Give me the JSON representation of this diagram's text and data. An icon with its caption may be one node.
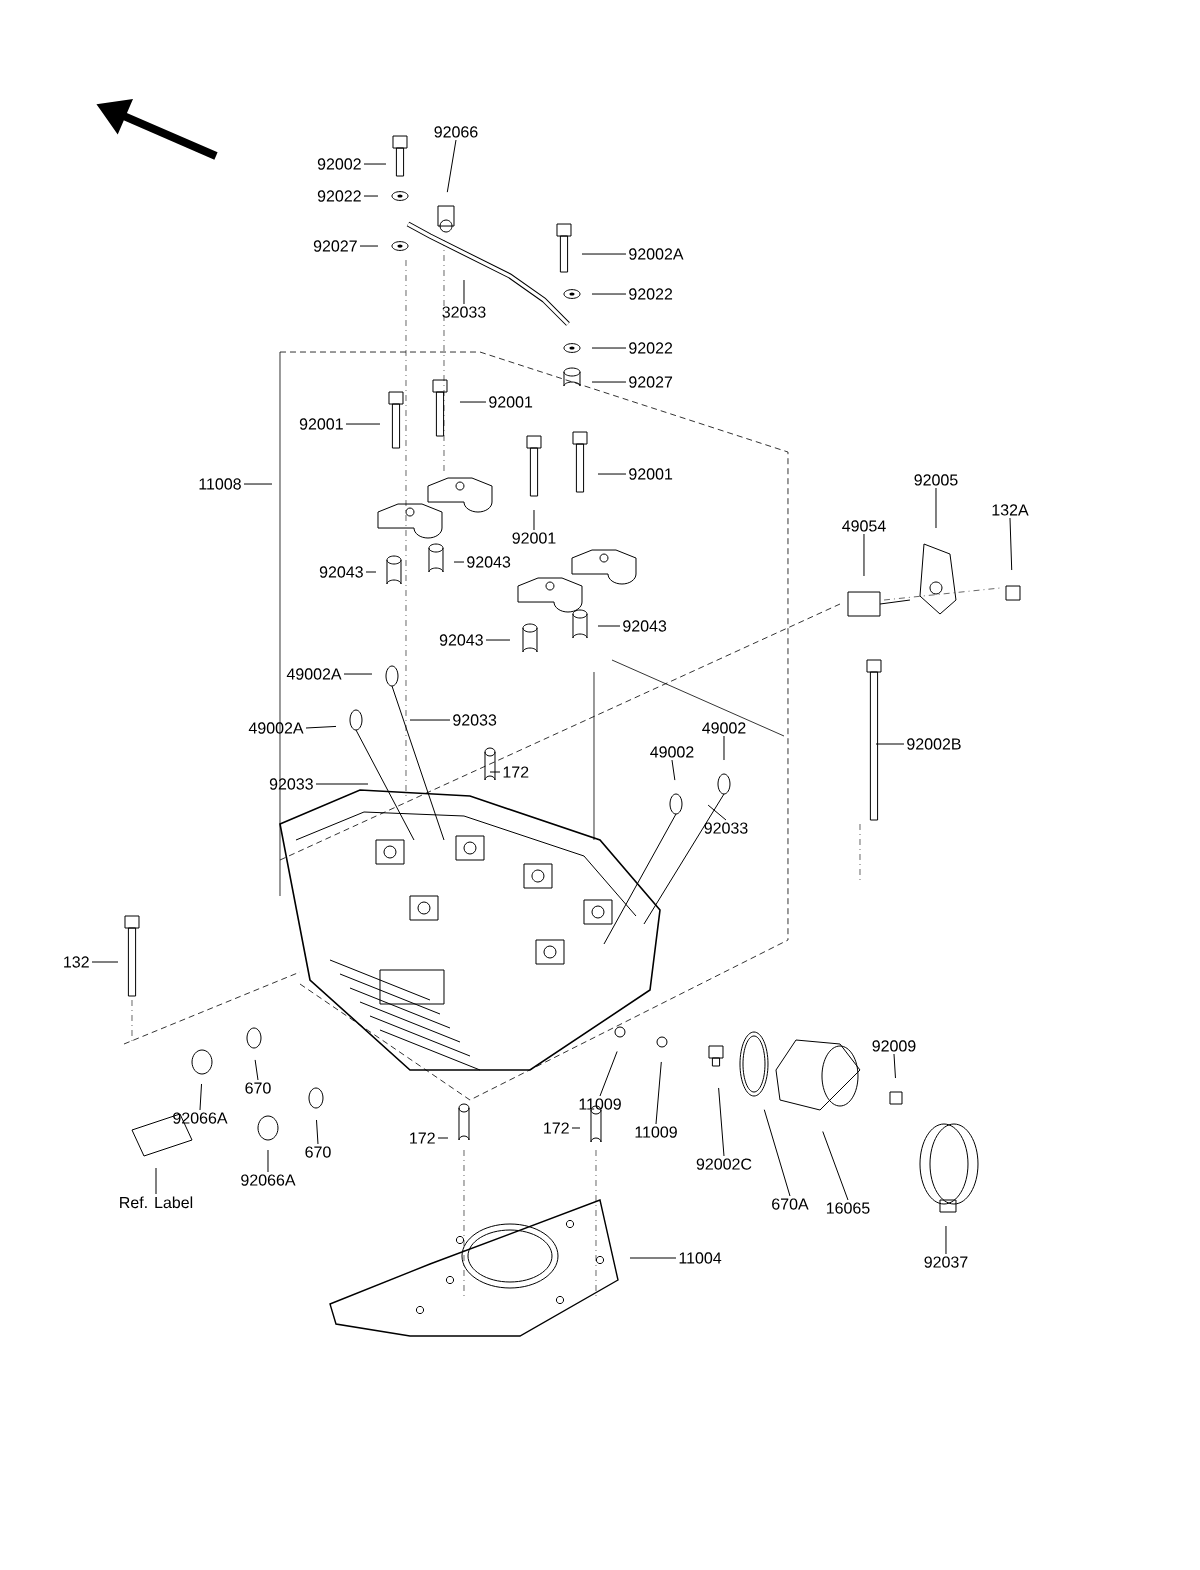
{
  "diagram": {
    "nodes": [
      {
        "text": [
          "92002"
        ]
      },
      {
        "text": [
          "92022"
        ]
      },
      {
        "text": [
          "92027"
        ]
      },
      {
        "text": [
          "92066"
        ]
      },
      {
        "text": [
          "92002A"
        ]
      },
      {
        "text": [
          "32033"
        ]
      },
      {
        "text": [
          "92022"
        ]
      },
      {
        "text": [
          "92022"
        ]
      },
      {
        "text": [
          "92027"
        ]
      },
      {
        "text": [
          "11008"
        ]
      },
      {
        "text": [
          "92001"
        ]
      },
      {
        "text": [
          "92001"
        ]
      },
      {
        "text": [
          "92001"
        ]
      },
      {
        "text": [
          "92001"
        ]
      },
      {
        "text": [
          "92043"
        ]
      },
      {
        "text": [
          "92043"
        ]
      },
      {
        "text": [
          "92043"
        ]
      },
      {
        "text": [
          "92043"
        ]
      },
      {
        "text": [
          "92005"
        ]
      },
      {
        "text": [
          "132A"
        ]
      },
      {
        "text": [
          "49054"
        ]
      },
      {
        "text": [
          "49002A"
        ]
      },
      {
        "text": [
          "49002A"
        ]
      },
      {
        "text": [
          "92033"
        ]
      },
      {
        "text": [
          "92033"
        ]
      },
      {
        "text": [
          "172"
        ]
      },
      {
        "text": [
          "49002"
        ]
      },
      {
        "text": [
          "49002"
        ]
      },
      {
        "text": [
          "92002B"
        ]
      },
      {
        "text": [
          "92033"
        ]
      },
      {
        "text": [
          "132"
        ]
      },
      {
        "text": [
          "670"
        ]
      },
      {
        "text": [
          "92066A"
        ]
      },
      {
        "text": [
          "670"
        ]
      },
      {
        "text": [
          "92066A"
        ]
      },
      {
        "text": [
          "Ref. Label"
        ]
      },
      {
        "text": [
          "172"
        ]
      },
      {
        "text": [
          "172"
        ]
      },
      {
        "text": [
          "11009"
        ]
      },
      {
        "text": [
          "11009"
        ]
      },
      {
        "text": [
          "92002C"
        ]
      },
      {
        "text": [
          "670A"
        ]
      },
      {
        "text": [
          "16065"
        ]
      },
      {
        "text": [
          "92009"
        ]
      },
      {
        "text": [
          "92037"
        ]
      },
      {
        "text": [
          "11004"
        ]
      }
    ],
    "edges": [
      {
        "from": 0,
        "to": null,
        "arrow": "none"
      },
      {
        "from": 1,
        "to": null,
        "arrow": "none"
      },
      {
        "from": 2,
        "to": null,
        "arrow": "none"
      },
      {
        "from": 3,
        "to": null,
        "arrow": "none"
      },
      {
        "from": 4,
        "to": null,
        "arrow": "none"
      },
      {
        "from": 5,
        "to": null,
        "arrow": "none"
      },
      {
        "from": 6,
        "to": null,
        "arrow": "none"
      },
      {
        "from": 7,
        "to": null,
        "arrow": "none"
      },
      {
        "from": 8,
        "to": null,
        "arrow": "none"
      },
      {
        "from": 9,
        "to": null,
        "arrow": "none"
      },
      {
        "from": 10,
        "to": null,
        "arrow": "none"
      },
      {
        "from": 11,
        "to": null,
        "arrow": "none"
      },
      {
        "from": 12,
        "to": null,
        "arrow": "none"
      },
      {
        "from": 13,
        "to": null,
        "arrow": "none"
      },
      {
        "from": 14,
        "to": null,
        "arrow": "none"
      },
      {
        "from": 15,
        "to": null,
        "arrow": "none"
      },
      {
        "from": 16,
        "to": null,
        "arrow": "none"
      },
      {
        "from": 17,
        "to": null,
        "arrow": "none"
      },
      {
        "from": 18,
        "to": null,
        "arrow": "none"
      },
      {
        "from": 19,
        "to": null,
        "arrow": "none"
      },
      {
        "from": 20,
        "to": null,
        "arrow": "none"
      },
      {
        "from": 21,
        "to": null,
        "arrow": "none"
      },
      {
        "from": 22,
        "to": null,
        "arrow": "none"
      },
      {
        "from": 23,
        "to": null,
        "arrow": "none"
      },
      {
        "from": 24,
        "to": null,
        "arrow": "none"
      },
      {
        "from": 25,
        "to": null,
        "arrow": "none"
      },
      {
        "from": 26,
        "to": null,
        "arrow": "none"
      },
      {
        "from": 27,
        "to": null,
        "arrow": "none"
      },
      {
        "from": 28,
        "to": null,
        "arrow": "none"
      },
      {
        "from": 29,
        "to": null,
        "arrow": "none"
      },
      {
        "from": 30,
        "to": null,
        "arrow": "none"
      },
      {
        "from": 31,
        "to": null,
        "arrow": "none"
      },
      {
        "from": 32,
        "to": null,
        "arrow": "none"
      },
      {
        "from": 33,
        "to": null,
        "arrow": "none"
      },
      {
        "from": 34,
        "to": null,
        "arrow": "none"
      },
      {
        "from": 35,
        "to": null,
        "arrow": "none"
      },
      {
        "from": 36,
        "to": null,
        "arrow": "none"
      },
      {
        "from": 37,
        "to": null,
        "arrow": "none"
      },
      {
        "from": 38,
        "to": null,
        "arrow": "none"
      },
      {
        "from": 39,
        "to": null,
        "arrow": "none"
      },
      {
        "from": 40,
        "to": null,
        "arrow": "none"
      },
      {
        "from": 41,
        "to": null,
        "arrow": "none"
      },
      {
        "from": 42,
        "to": null,
        "arrow": "none"
      },
      {
        "from": 43,
        "to": null,
        "arrow": "none"
      },
      {
        "from": 44,
        "to": null,
        "arrow": "none"
      },
      {
        "from": 45,
        "to": null,
        "arrow": "none"
      }
    ]
  }
}
